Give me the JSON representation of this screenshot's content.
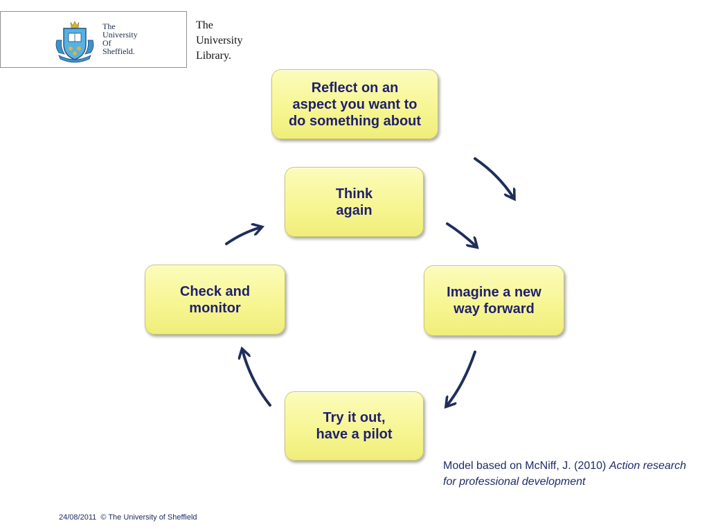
{
  "header": {
    "logo": {
      "lines": [
        "The",
        "University",
        "Of",
        "Sheffield."
      ],
      "icon": "university-crest-icon",
      "brand_color": "#1a2a4d"
    },
    "library_label": [
      "The",
      "University",
      "Library."
    ]
  },
  "diagram": {
    "nodes": {
      "reflect": "Reflect on an\naspect you want to\ndo something about",
      "imagine": "Imagine a new\nway forward",
      "try": "Try it out,\nhave a pilot",
      "check": "Check and\nmonitor",
      "think": "Think\nagain"
    },
    "node_fill_color": "#f6f590",
    "text_color": "#1f1f6e",
    "arrow_color": "#1f2e5c"
  },
  "citation": {
    "prefix": "Model based on McNiff, J. (2010) ",
    "title": "Action research for professional development"
  },
  "footer": {
    "date": "24/08/2011",
    "copyright": "© The University of Sheffield"
  }
}
